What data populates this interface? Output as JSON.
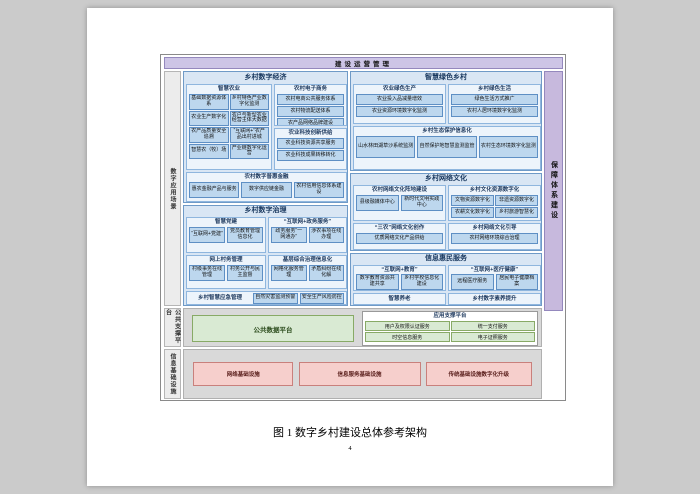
{
  "page": {
    "caption": "图 1  数字乡村建设总体参考架构",
    "page_number": "4"
  },
  "frame": {
    "top_bar": "建设运营管理",
    "right_bar": "保障体系建设",
    "left_labels": {
      "scenarios": "数字应用场景",
      "platform": "公共支撑平台",
      "infrastructure": "信息基础设施"
    }
  },
  "economy": {
    "title": "乡村数字经济",
    "agriculture": {
      "title": "智慧农业",
      "boxes": [
        "基础数据资源体系",
        "乡村特色产业数字化监测",
        "农业生产数字化",
        "农户与新型农业经营主体大数据",
        "农产品质量安全追溯",
        "“互联网+”农产品出村进城",
        "智慧农（牧）场",
        "产业链数字化运营"
      ]
    },
    "ecommerce": {
      "title": "农村电子商务",
      "boxes": [
        "农村电商公共服务体系",
        "农村物流配送体系",
        "农产品网络品牌建设"
      ]
    },
    "scitech": {
      "title": "农业科技创新供给",
      "boxes": [
        "农业科技资源共享服务",
        "农业科技成果转移转化"
      ]
    },
    "finance": {
      "title": "农村数字普惠金融",
      "boxes": [
        "惠农金融产品与服务",
        "数字供应链金融",
        "农村信用信息体系建设"
      ]
    }
  },
  "green": {
    "title": "智慧绿色乡村",
    "production": {
      "title": "农业绿色生产",
      "boxes": [
        "农业投入品减量增效",
        "农业资源环境数字化监测"
      ]
    },
    "life": {
      "title": "乡村绿色生活",
      "boxes": [
        "绿色生活方式推广",
        "农村人居环境数字化监测"
      ]
    },
    "ecology": {
      "title": "乡村生态保护信息化",
      "boxes": [
        "山水林田湖草沙系统监测",
        "自然保护地智慧监测监管",
        "农村生态环境数字化监测"
      ]
    }
  },
  "governance": {
    "title": "乡村数字治理",
    "party": {
      "title": "智慧党建",
      "boxes": [
        "“互联网+党建”",
        "党员教育管理信息化"
      ]
    },
    "gov_service": {
      "title": "“互联网+政务服务”",
      "boxes": [
        "政务服务“一网通办”",
        "涉农事项在线办理"
      ]
    },
    "village": {
      "title": "网上村务管理",
      "boxes": [
        "村级事务在线管理",
        "村务公开与民主监督"
      ]
    },
    "grassroots": {
      "title": "基层综合治理信息化",
      "boxes": [
        "网格化服务管理",
        "矛盾纠纷在线化解"
      ]
    },
    "emergency": {
      "title": "乡村智慧应急管理",
      "boxes": [
        "自然灾害监测预警",
        "安全生产风险防控"
      ]
    }
  },
  "culture": {
    "title": "乡村网络文化",
    "position": {
      "title": "农村网络文化阵地建设",
      "boxes": [
        "县级融媒体中心",
        "新时代文明实践中心"
      ]
    },
    "digitize": {
      "title": "乡村文化资源数字化",
      "boxes": [
        "文物资源数字化",
        "非遗资源数字化",
        "农耕文化数字化",
        "乡村旅游智慧化"
      ]
    },
    "creation": {
      "title": "“三农”网络文化创作",
      "boxes": [
        "优质网络文化产品供给"
      ]
    },
    "guidance": {
      "title": "乡村网络文化引导",
      "boxes": [
        "农村网络环境综合治理"
      ]
    }
  },
  "services": {
    "title": "信息惠民服务",
    "education": {
      "title": "“互联网+教育”",
      "boxes": [
        "数字教育资源共建共享",
        "乡村学校信息化建设"
      ]
    },
    "health": {
      "title": "“互联网+医疗健康”",
      "boxes": [
        "远程医疗服务",
        "居民电子健康档案"
      ]
    },
    "elderly": {
      "title": "智慧养老"
    },
    "literacy": {
      "title": "乡村数字素养提升"
    }
  },
  "platform": {
    "data_platform": "公共数据平台",
    "app_platform": {
      "title": "应用支撑平台",
      "boxes": [
        "用户及权限认证服务",
        "统一支付服务",
        "时空信息服务",
        "电子证照服务"
      ]
    }
  },
  "infrastructure": {
    "boxes": [
      "网络基础设施",
      "信息服务基础设施",
      "传统基础设施数字化升级"
    ]
  },
  "colors": {
    "block_blue": "#bdd7ee",
    "panel_blue": "#edf4fb",
    "bar_purple": "#cdc5e6",
    "green": "#d9ead3",
    "pink": "#f6cfcc",
    "gray": "#d9d9d9"
  }
}
